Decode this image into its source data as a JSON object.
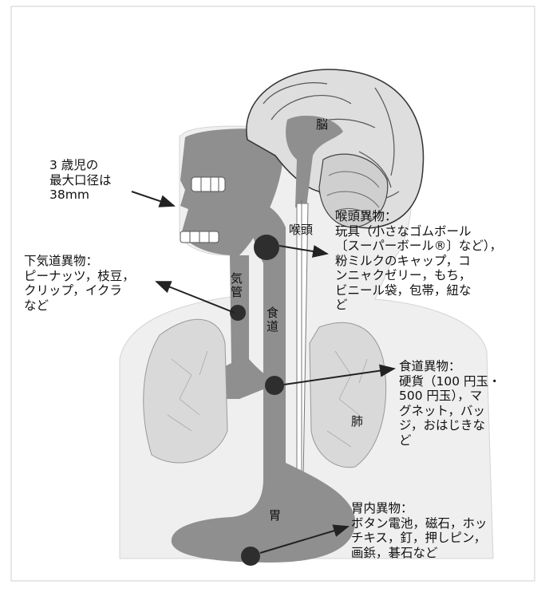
{
  "organs": {
    "brain": "脳",
    "larynx": "喉頭",
    "trachea": "気\n管",
    "esophagus": "食\n道",
    "lung": "肺",
    "stomach": "胃"
  },
  "annotations": {
    "mouth": "3 歳児の\n最大口径は\n38mm",
    "lower_airway": "下気道異物：\nピーナッツ，枝豆，\nクリップ，イクラ\nなど",
    "larynx": "喉頭異物：\n玩具（小さなゴムボール\n〔スーパーボール®〕など），\n粉ミルクのキャップ，コ\nンニャクゼリー，もち，\nビニール袋，包帯，紐な\nど",
    "esophagus": "食道異物：\n硬貨（100 円玉・\n500 円玉），マ\nグネット，バッ\nジ，おはじきな\nど",
    "stomach": "胃内異物：\nボタン電池，磁石，ホッ\nチキス，釘，押しピン，\n画鋲，碁石など"
  },
  "colors": {
    "body_fill": "#efefef",
    "organ_fill": "#8f8f8f",
    "lung_fill": "#d9d9d9",
    "foreign_body": "#2e2e2e"
  }
}
